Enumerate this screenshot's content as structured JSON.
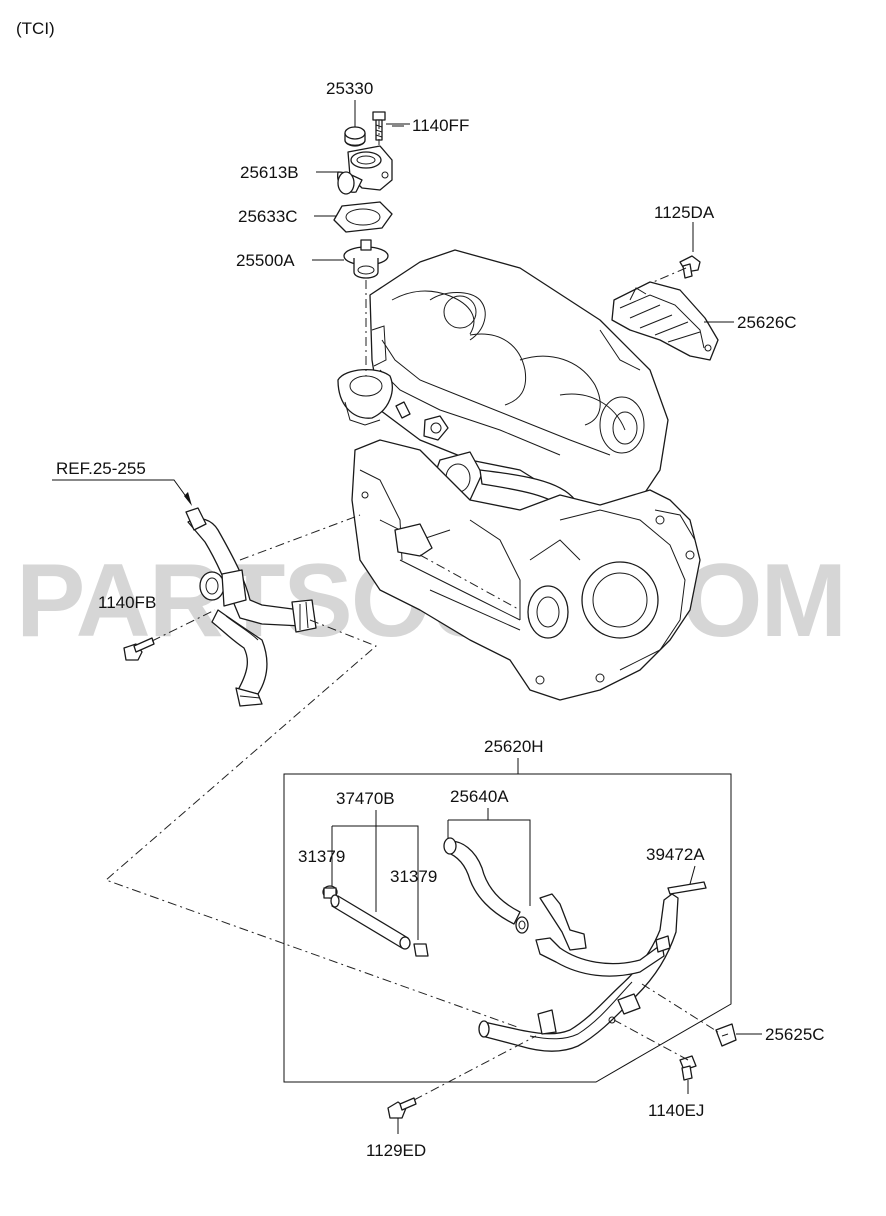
{
  "header": {
    "variant": "(TCI)"
  },
  "watermark": "PARTSOUQ.COM",
  "labels": {
    "p25330": "25330",
    "p1140ff": "1140FF",
    "p25613b": "25613B",
    "p25633c": "25633C",
    "p25500a": "25500A",
    "p1125da": "1125DA",
    "p25626c": "25626C",
    "ref25255": "REF.25-255",
    "p1140fb": "1140FB",
    "p25620h": "25620H",
    "p37470b": "37470B",
    "p25640a": "25640A",
    "p31379a": "31379",
    "p31379b": "31379",
    "p39472a": "39472A",
    "p25625c": "25625C",
    "p1140ej": "1140EJ",
    "p1129ed": "1129ED"
  }
}
